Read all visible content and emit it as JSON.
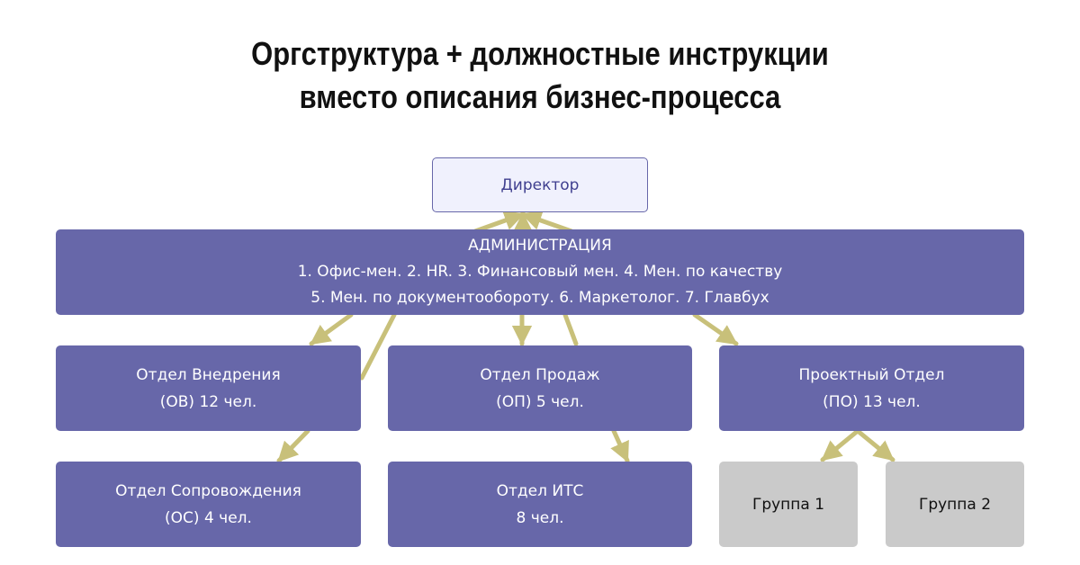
{
  "title": {
    "line1": "Оргструктура + должностные инструкции",
    "line2": "вместо описания бизнес-процесса"
  },
  "director": {
    "label": "Директор"
  },
  "admin": {
    "heading": "АДМИНИСТРАЦИЯ",
    "line1": "1. Офис-мен. 2. HR. 3. Финансовый мен. 4. Мен. по качеству",
    "line2": "5. Мен. по документообороту. 6. Маркетолог. 7. Главбух"
  },
  "departments": {
    "implementation": {
      "name": "Отдел Внедрения",
      "detail": "(ОВ) 12 чел."
    },
    "sales": {
      "name": "Отдел Продаж",
      "detail": "(ОП) 5 чел."
    },
    "project": {
      "name": "Проектный Отдел",
      "detail": "(ПО) 13 чел."
    },
    "support": {
      "name": "Отдел Сопровождения",
      "detail": "(ОС) 4 чел."
    },
    "its": {
      "name": "Отдел ИТС",
      "detail": "8 чел."
    }
  },
  "groups": {
    "group1": "Группа 1",
    "group2": "Группа 2"
  },
  "colors": {
    "box_fill": "#6767a9",
    "director_fill": "#f0f1fd",
    "group_fill": "#cacaca",
    "arrow": "#c8c07a"
  }
}
